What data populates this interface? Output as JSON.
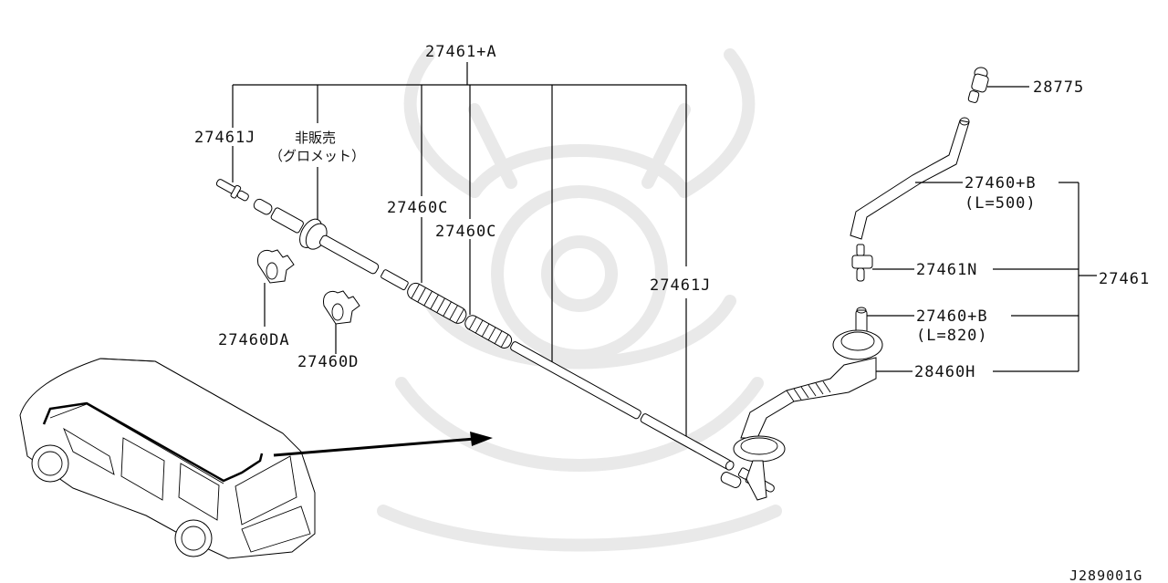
{
  "diagram": {
    "type": "exploded-parts-diagram",
    "reference_code": "J289001G",
    "callouts": [
      {
        "id": "c1",
        "label": "27461+A",
        "note": ""
      },
      {
        "id": "c2",
        "label": "27461J",
        "note": ""
      },
      {
        "id": "c3",
        "label": "非販売",
        "note": "（グロメット）"
      },
      {
        "id": "c4",
        "label": "27460C",
        "note": ""
      },
      {
        "id": "c5",
        "label": "27460C",
        "note": ""
      },
      {
        "id": "c6",
        "label": "27461J",
        "note": ""
      },
      {
        "id": "c7",
        "label": "27460DA",
        "note": ""
      },
      {
        "id": "c8",
        "label": "27460D",
        "note": ""
      },
      {
        "id": "c9",
        "label": "28775",
        "note": ""
      },
      {
        "id": "c10",
        "label": "27460+B",
        "note": "(L=500)"
      },
      {
        "id": "c11",
        "label": "27461N",
        "note": ""
      },
      {
        "id": "c12",
        "label": "27461",
        "note": ""
      },
      {
        "id": "c13",
        "label": "27460+B",
        "note": "(L=820)"
      },
      {
        "id": "c14",
        "label": "28460H",
        "note": ""
      }
    ],
    "line_color": "#000000",
    "watermark_color": "#ebebeb"
  }
}
